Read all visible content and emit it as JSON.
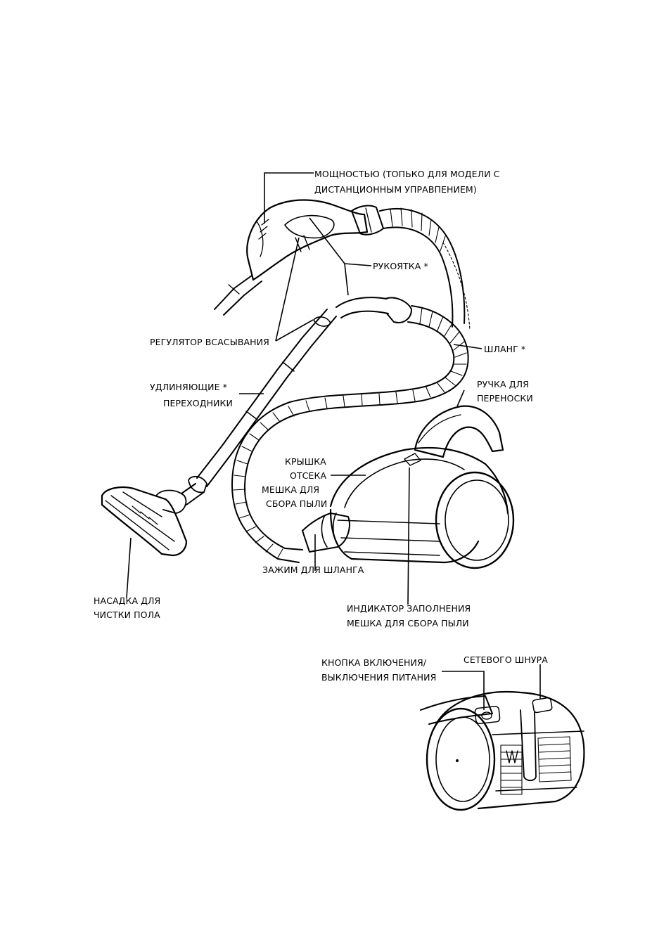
{
  "colors": {
    "ink": "#000000",
    "paper": "#ffffff"
  },
  "labels": {
    "power_remote": [
      "МОЩНОСТЬЮ (ТОПЬКО ДЛЯ МОДЕЛИ С",
      "ДИСТАНЦИОННЫМ УПРАВПЕНИЕМ)"
    ],
    "handle": [
      "РУКОЯТКА *"
    ],
    "suction_regulator": [
      "РЕГУЛЯТОР ВСАСЫВАНИЯ"
    ],
    "hose": [
      "ШЛАНГ *"
    ],
    "extension_tubes": [
      "УДЛИНЯЮЩИЕ  *",
      "ПЕРЕХОДНИКИ"
    ],
    "carry_handle": [
      "РУЧКА ДЛЯ",
      "ПЕРЕНОСКИ"
    ],
    "bag_cover": [
      "КРЫШКА",
      "ОТСЕКА",
      "МЕШКА ДЛЯ",
      "СБОРА ПЫЛИ"
    ],
    "hose_clamp": [
      "ЗАЖИМ ДЛЯ ШЛАНГА"
    ],
    "floor_nozzle": [
      "НАСАДКА ДЛЯ",
      "ЧИСТКИ ПОЛА"
    ],
    "fill_indicator": [
      "ИНДИКАТОР ЗАПОЛНЕНИЯ",
      "МЕШКА ДЛЯ СБОРА ПЫЛИ"
    ],
    "power_button": [
      "КНОПКА ВКЛЮЧЕНИЯ/",
      "ВЫКЛЮЧЕНИЯ ПИТАНИЯ"
    ],
    "cord": [
      "СЕТЕВОГО ШНУРА"
    ]
  }
}
